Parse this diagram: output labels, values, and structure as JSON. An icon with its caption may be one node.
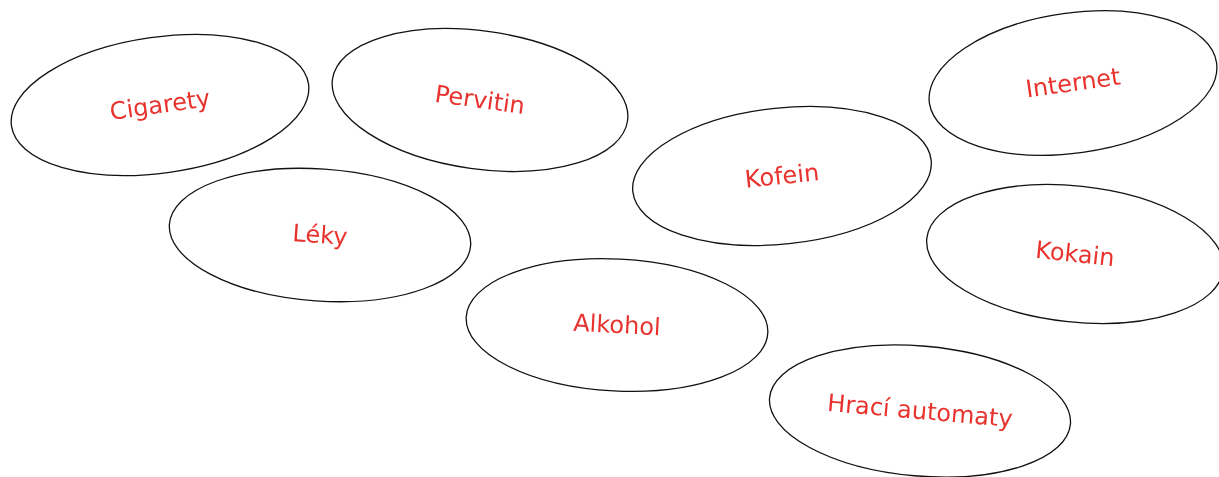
{
  "diagram": {
    "nodes": [
      {
        "text": [
          "Cigarety"
        ]
      },
      {
        "text": [
          "Pervitin"
        ]
      },
      {
        "text": [
          "Internet"
        ]
      },
      {
        "text": [
          "Kofein"
        ]
      },
      {
        "text": [
          "Léky"
        ]
      },
      {
        "text": [
          "Kokain"
        ]
      },
      {
        "text": [
          "Alkohol"
        ]
      },
      {
        "text": [
          "Hrací automaty"
        ]
      }
    ]
  }
}
